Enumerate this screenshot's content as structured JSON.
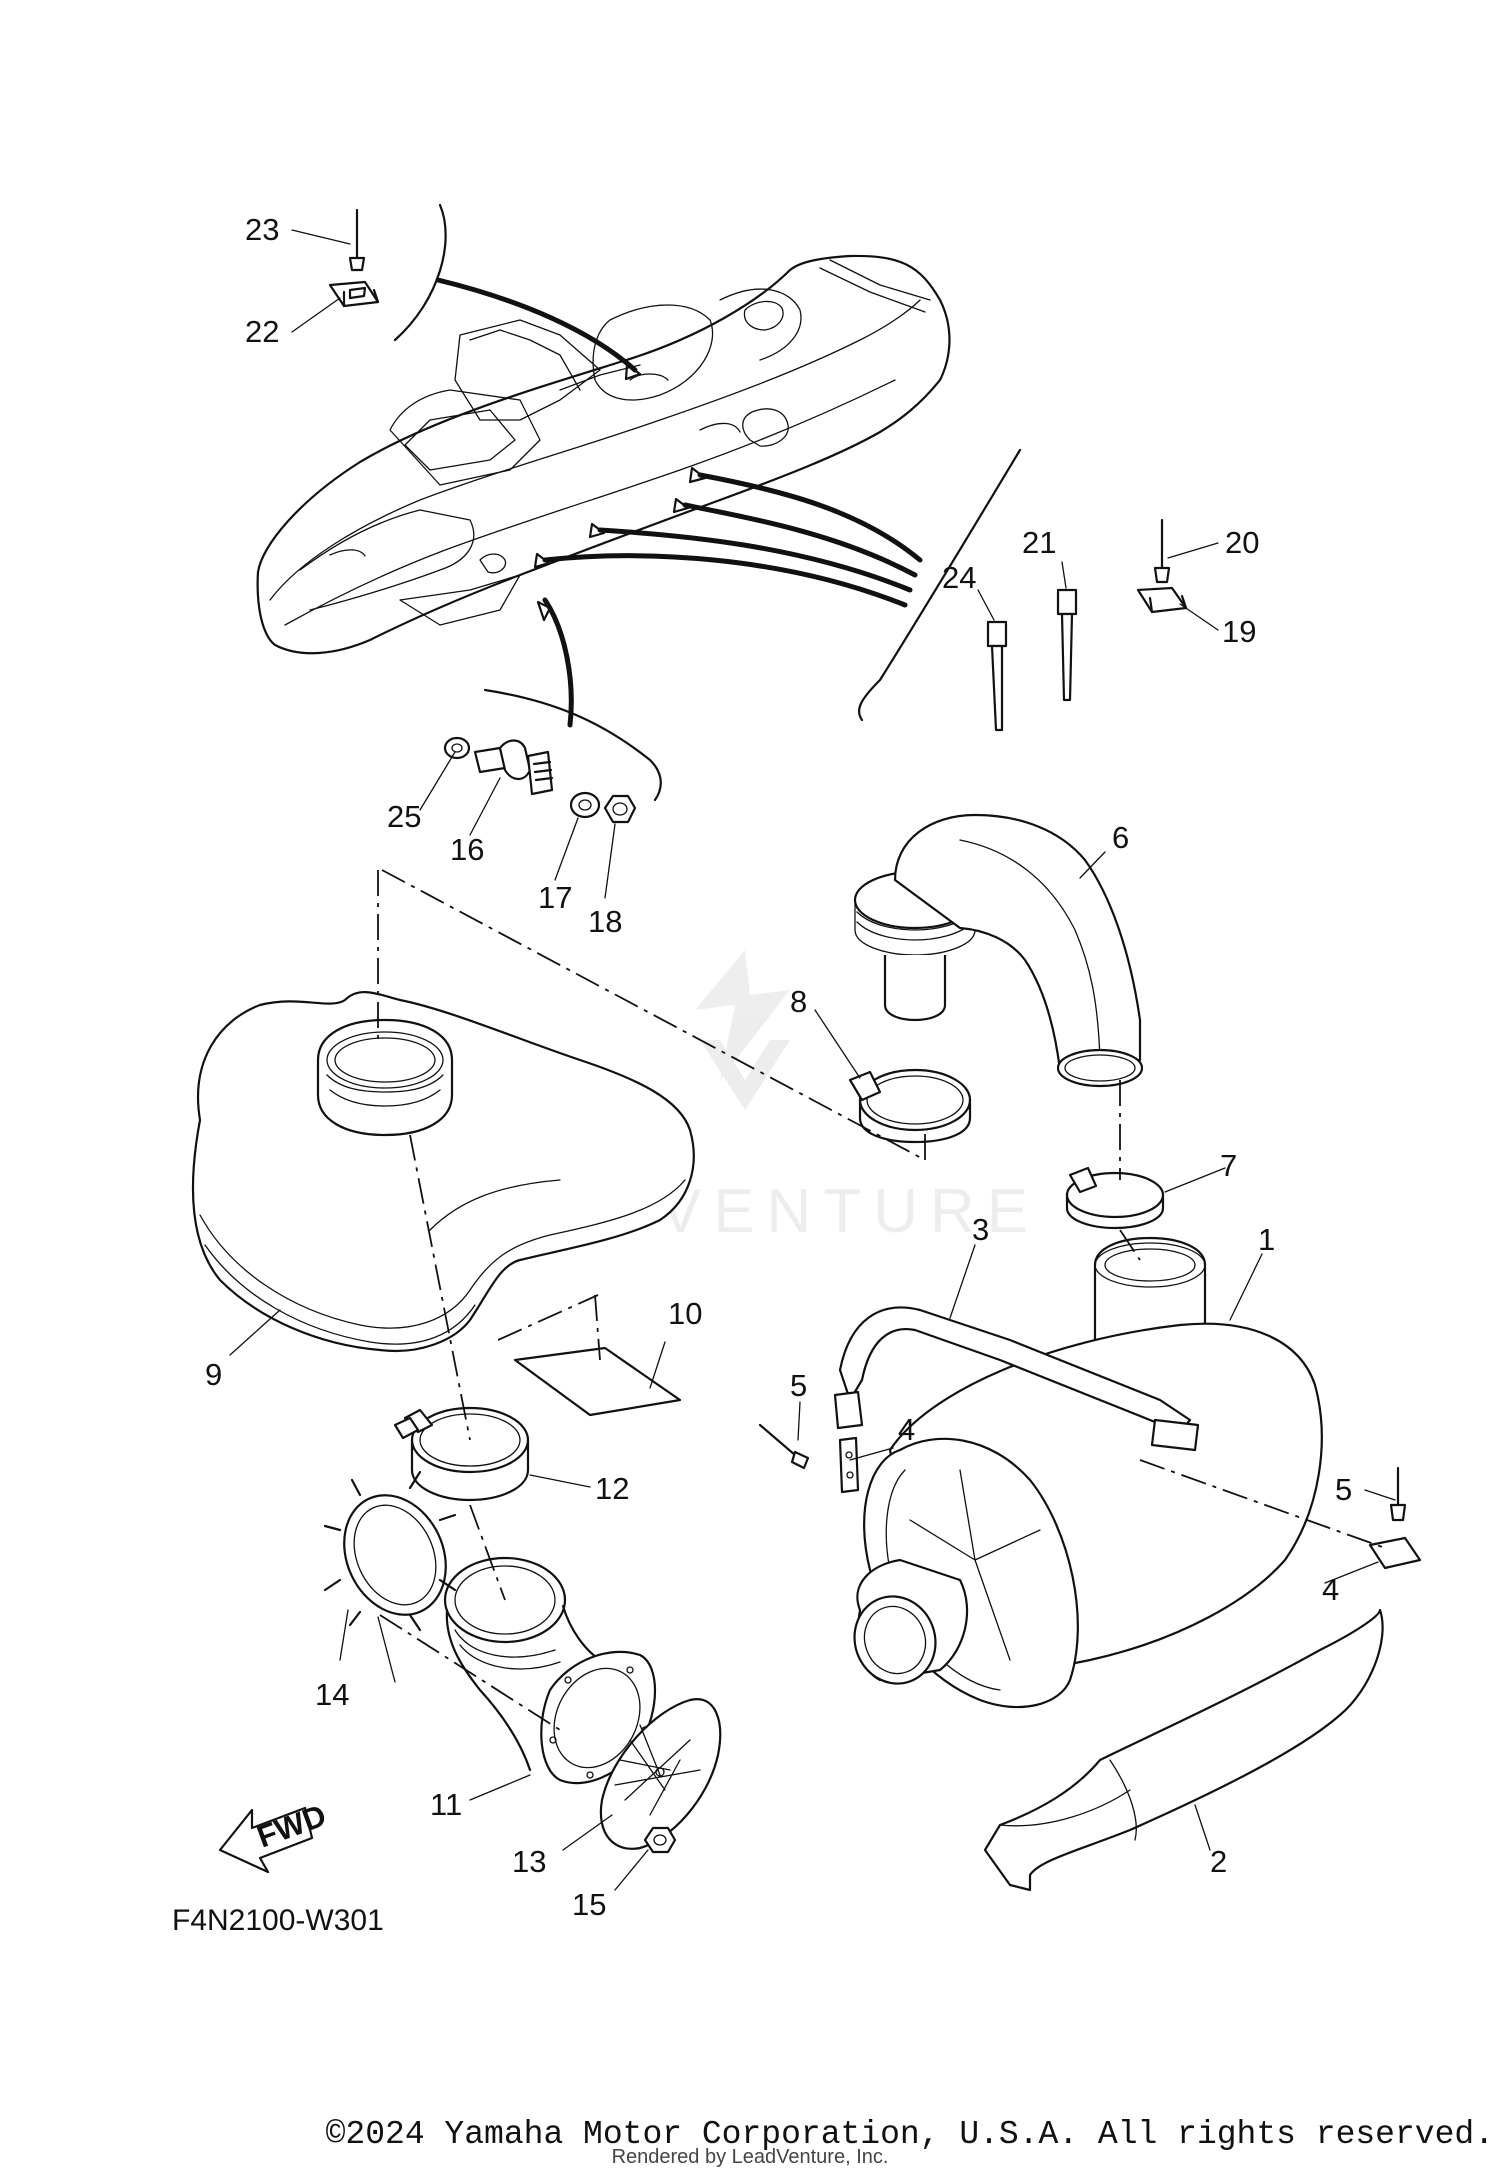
{
  "diagram": {
    "figure_code": "F4N2100-W301",
    "fwd_label": "FWD",
    "watermark_text": "LEADVENTURE",
    "callouts": [
      {
        "id": "c1",
        "label": "1"
      },
      {
        "id": "c2",
        "label": "2"
      },
      {
        "id": "c3",
        "label": "3"
      },
      {
        "id": "c4a",
        "label": "4"
      },
      {
        "id": "c4b",
        "label": "4"
      },
      {
        "id": "c5a",
        "label": "5"
      },
      {
        "id": "c5b",
        "label": "5"
      },
      {
        "id": "c6",
        "label": "6"
      },
      {
        "id": "c7",
        "label": "7"
      },
      {
        "id": "c8",
        "label": "8"
      },
      {
        "id": "c9",
        "label": "9"
      },
      {
        "id": "c10",
        "label": "10"
      },
      {
        "id": "c11",
        "label": "11"
      },
      {
        "id": "c12",
        "label": "12"
      },
      {
        "id": "c13",
        "label": "13"
      },
      {
        "id": "c14",
        "label": "14"
      },
      {
        "id": "c15",
        "label": "15"
      },
      {
        "id": "c16",
        "label": "16"
      },
      {
        "id": "c17",
        "label": "17"
      },
      {
        "id": "c18",
        "label": "18"
      },
      {
        "id": "c19",
        "label": "19"
      },
      {
        "id": "c20",
        "label": "20"
      },
      {
        "id": "c21",
        "label": "21"
      },
      {
        "id": "c22",
        "label": "22"
      },
      {
        "id": "c23",
        "label": "23"
      },
      {
        "id": "c24",
        "label": "24"
      },
      {
        "id": "c25",
        "label": "25"
      }
    ]
  },
  "footer": {
    "copyright": "©2024 Yamaha Motor Corporation, U.S.A. All rights reserved.",
    "rendered_by": "Rendered by LeadVenture, Inc."
  }
}
